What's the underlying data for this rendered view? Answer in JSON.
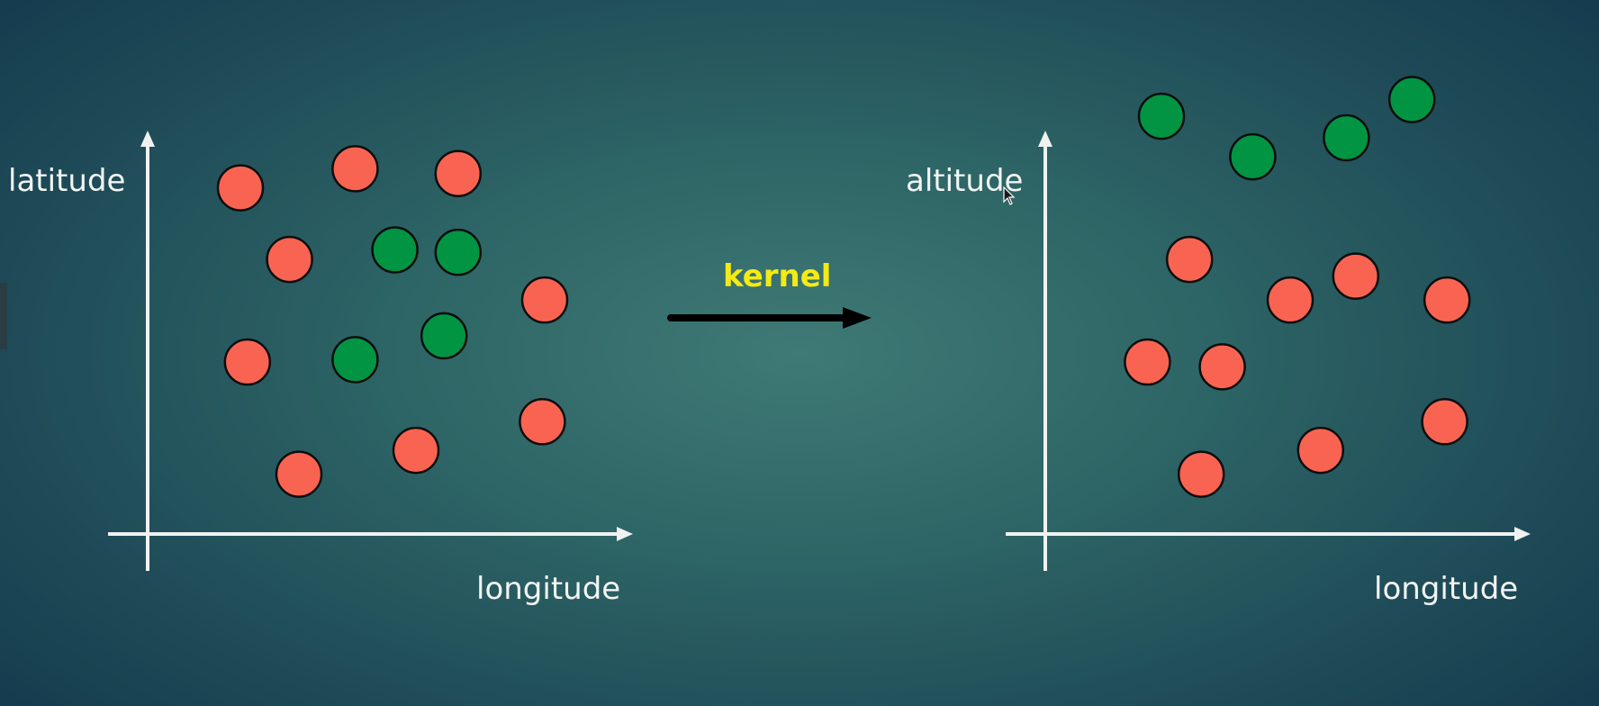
{
  "colors": {
    "class_a": "#f96452",
    "class_b": "#019443",
    "axis": "#f0f2f2",
    "kernel_text": "#f5ea14",
    "arrow": "#000000"
  },
  "left_plot": {
    "y_label": "latitude",
    "x_label": "longitude",
    "points": [
      {
        "c": "a",
        "x": 1.75,
        "y": 7.8
      },
      {
        "c": "a",
        "x": 4.2,
        "y": 8.2
      },
      {
        "c": "a",
        "x": 6.4,
        "y": 8.1
      },
      {
        "c": "a",
        "x": 2.8,
        "y": 6.3
      },
      {
        "c": "b",
        "x": 5.05,
        "y": 6.5
      },
      {
        "c": "b",
        "x": 6.4,
        "y": 6.45
      },
      {
        "c": "a",
        "x": 8.25,
        "y": 5.45
      },
      {
        "c": "b",
        "x": 6.1,
        "y": 4.7
      },
      {
        "c": "a",
        "x": 1.9,
        "y": 4.15
      },
      {
        "c": "b",
        "x": 4.2,
        "y": 4.2
      },
      {
        "c": "a",
        "x": 8.2,
        "y": 2.9
      },
      {
        "c": "a",
        "x": 5.5,
        "y": 2.3
      },
      {
        "c": "a",
        "x": 3.0,
        "y": 1.8
      }
    ]
  },
  "kernel": {
    "label": "kernel"
  },
  "right_plot": {
    "y_label": "altitude",
    "x_label": "longitude",
    "points": [
      {
        "c": "b",
        "x": 2.25,
        "y": 9.3
      },
      {
        "c": "b",
        "x": 4.2,
        "y": 8.45
      },
      {
        "c": "b",
        "x": 6.2,
        "y": 8.85
      },
      {
        "c": "b",
        "x": 7.6,
        "y": 9.65
      },
      {
        "c": "a",
        "x": 2.85,
        "y": 6.3
      },
      {
        "c": "a",
        "x": 5.0,
        "y": 5.45
      },
      {
        "c": "a",
        "x": 6.4,
        "y": 5.95
      },
      {
        "c": "a",
        "x": 8.35,
        "y": 5.45
      },
      {
        "c": "a",
        "x": 1.95,
        "y": 4.15
      },
      {
        "c": "a",
        "x": 3.55,
        "y": 4.05
      },
      {
        "c": "a",
        "x": 8.3,
        "y": 2.9
      },
      {
        "c": "a",
        "x": 5.65,
        "y": 2.3
      },
      {
        "c": "a",
        "x": 3.1,
        "y": 1.8
      }
    ]
  }
}
